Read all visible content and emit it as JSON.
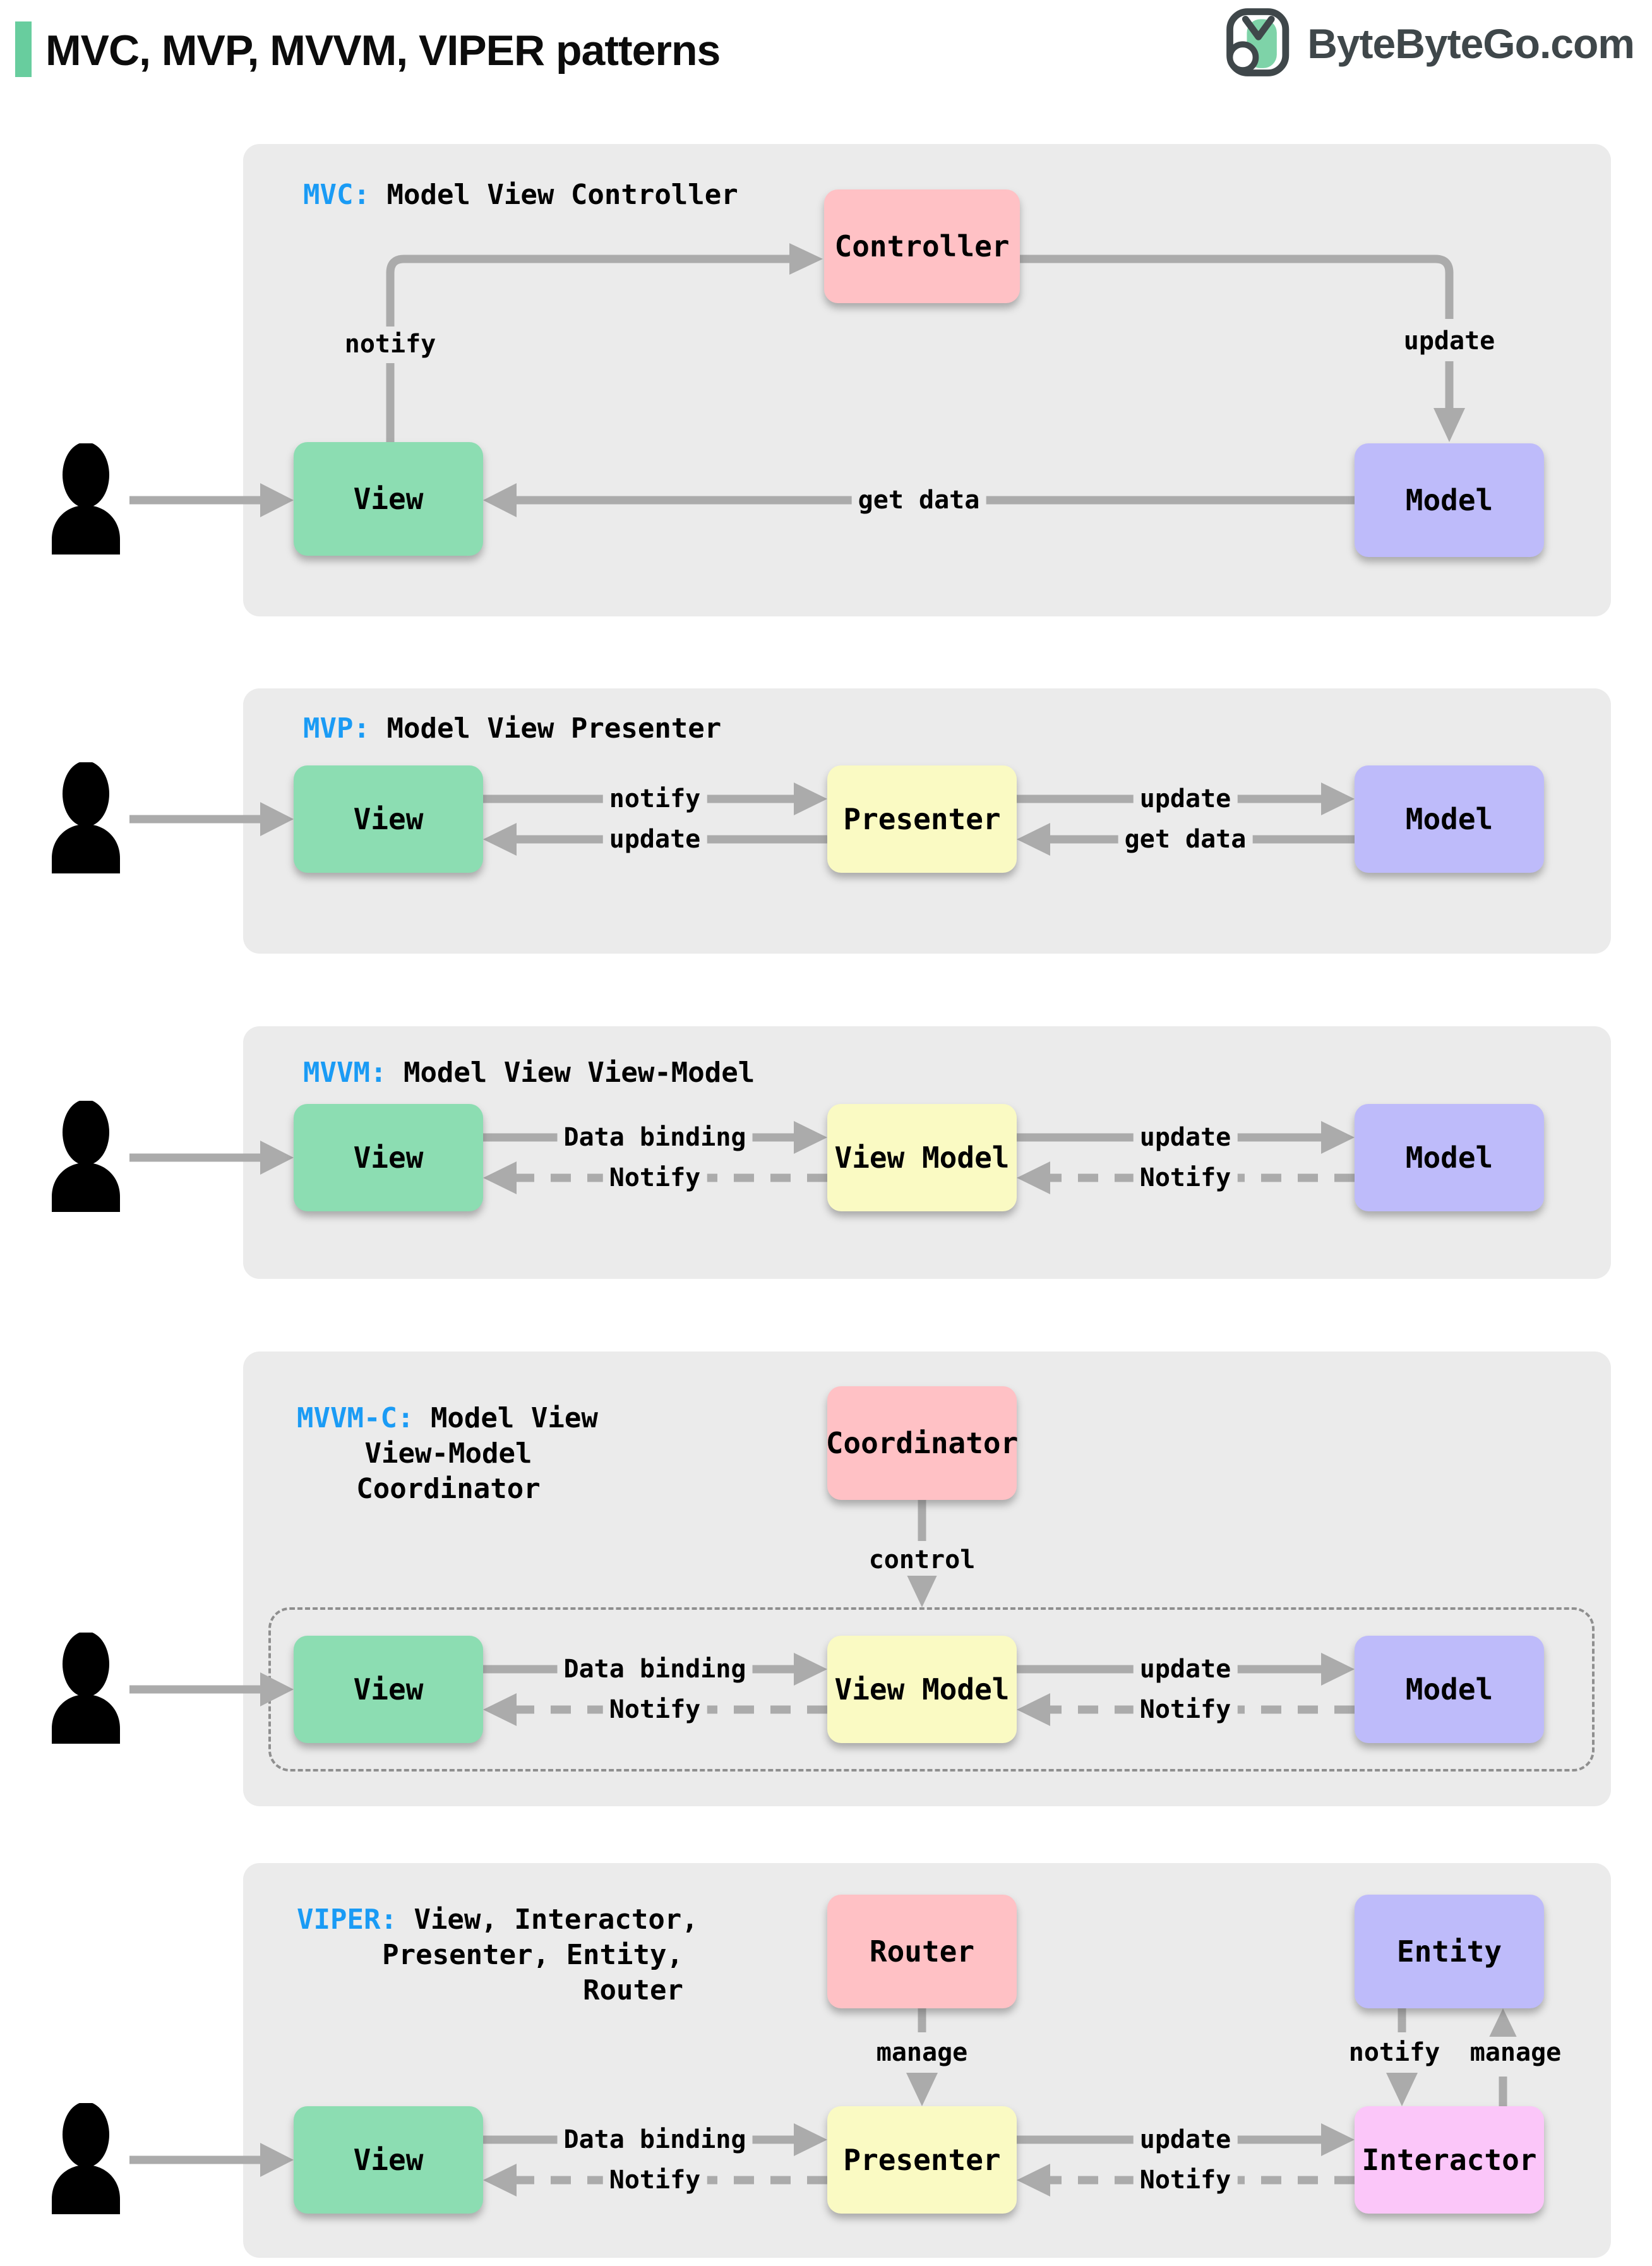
{
  "title": "MVC, MVP, MVVM, VIPER patterns",
  "logo": {
    "text": "ByteByteGo.com"
  },
  "colors": {
    "panel_background": "#EBEBEB",
    "box_green": "#8CDDB2",
    "box_pink": "#FFC1C5",
    "box_purple": "#BEBBFA",
    "box_yellow": "#FAFAC3",
    "box_magenta": "#FBC6F9",
    "arrow_gray": "#ABABAB",
    "accent_blue": "#1A9BF5",
    "title_bar_green": "#68CD9E",
    "logo_charcoal": "#3F474A",
    "logo_green": "#7ED3A8"
  },
  "panels": {
    "mvc": {
      "tag": "MVC:",
      "name": "Model View Controller",
      "boxes": {
        "controller": "Controller",
        "view": "View",
        "model": "Model"
      },
      "labels": {
        "notify": "notify",
        "update": "update",
        "get_data": "get data"
      }
    },
    "mvp": {
      "tag": "MVP:",
      "name": "Model View Presenter",
      "boxes": {
        "view": "View",
        "presenter": "Presenter",
        "model": "Model"
      },
      "labels": {
        "notify": "notify",
        "update_to_view": "update",
        "update_to_model": "update",
        "get_data": "get data"
      }
    },
    "mvvm": {
      "tag": "MVVM:",
      "name": "Model View View-Model",
      "boxes": {
        "view": "View",
        "view_model": "View Model",
        "model": "Model"
      },
      "labels": {
        "data_binding": "Data binding",
        "notify_to_view": "Notify",
        "update": "update",
        "notify_to_view_model": "Notify"
      }
    },
    "mvvm_c": {
      "tag": "MVVM-C:",
      "name_lines": [
        "Model View",
        "View-Model",
        "Coordinator"
      ],
      "boxes": {
        "coordinator": "Coordinator",
        "view": "View",
        "view_model": "View Model",
        "model": "Model"
      },
      "labels": {
        "control": "control",
        "data_binding": "Data binding",
        "notify_to_view": "Notify",
        "update": "update",
        "notify_to_view_model": "Notify"
      }
    },
    "viper": {
      "tag": "VIPER:",
      "name_lines": [
        "View, Interactor,",
        "Presenter, Entity,",
        "Router"
      ],
      "boxes": {
        "router": "Router",
        "entity": "Entity",
        "view": "View",
        "presenter": "Presenter",
        "interactor": "Interactor"
      },
      "labels": {
        "manage_presenter": "manage",
        "notify_interactor": "notify",
        "manage_entity": "manage",
        "data_binding": "Data binding",
        "notify_to_view": "Notify",
        "update": "update",
        "notify_to_presenter": "Notify"
      }
    }
  }
}
